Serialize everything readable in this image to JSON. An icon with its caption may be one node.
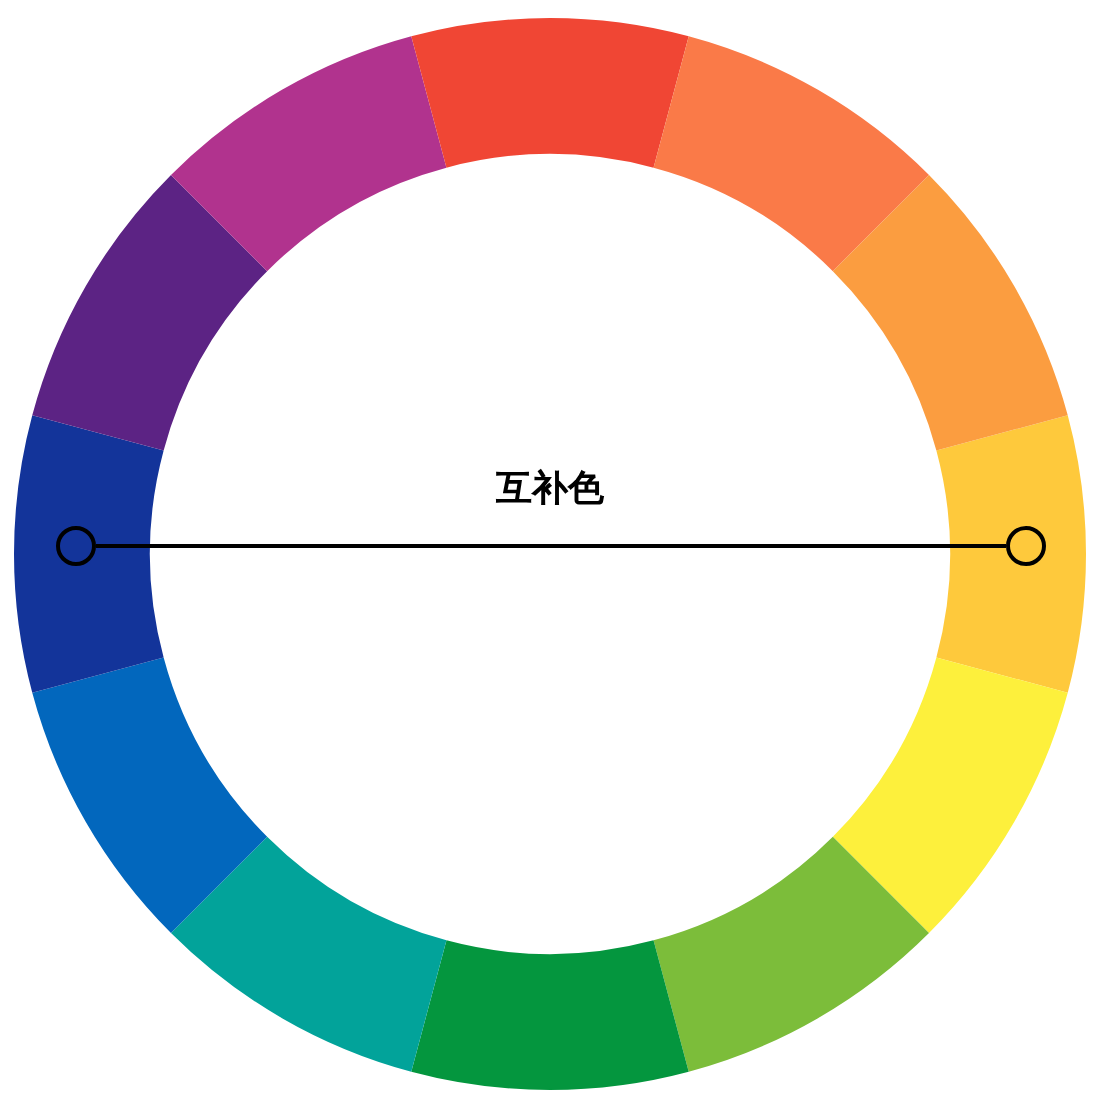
{
  "diagram": {
    "nodes": [
      {
        "text": [],
        "shape": "circle"
      },
      {
        "text": [],
        "shape": "circle"
      }
    ],
    "edges": [
      {
        "from": 0,
        "to": 1,
        "arrow": "none",
        "label": "互补色"
      }
    ]
  }
}
